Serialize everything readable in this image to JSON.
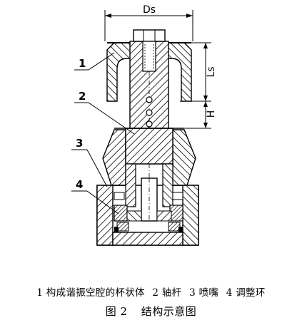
{
  "dimensions": {
    "ds": "Ds",
    "ls": "Ls",
    "h": "H"
  },
  "callouts": [
    "1",
    "2",
    "3",
    "4"
  ],
  "legend": [
    "1 构成谐振空腔的杯状体",
    "2 轴杆",
    "3 喷嘴",
    "4 调整环"
  ],
  "caption": {
    "number": "图 2",
    "title": "结构示意图"
  }
}
